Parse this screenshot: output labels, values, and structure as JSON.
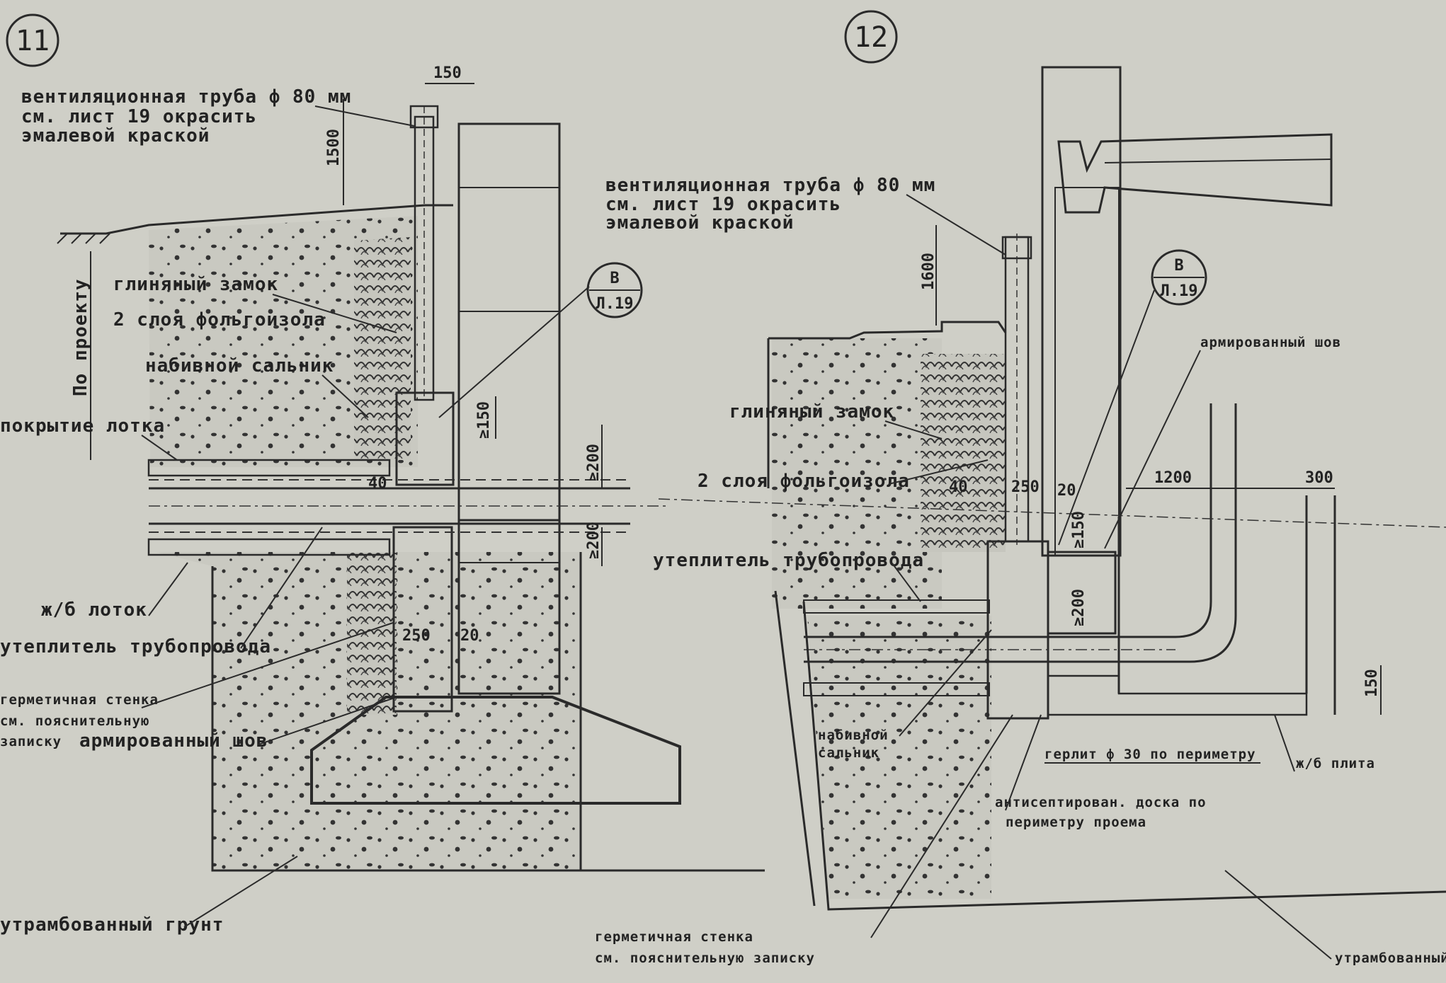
{
  "details": {
    "d11": {
      "number": "11",
      "callout": {
        "top": "В",
        "bottom": "Л.19"
      },
      "vent_pipe": [
        "вентиляционная труба ф 80 мм",
        "см. лист 19 окрасить",
        "эмалевой краской"
      ],
      "labels": {
        "po_proektu": "По проекту",
        "clay_lock": "глиняный замок",
        "foil_layers": "2 слоя фольгоизола",
        "packed_gland": "набивной сальник",
        "tray_cover": "покрытие лотка",
        "rc_tray": "ж/б лоток",
        "pipe_insulation": "утеплитель трубопровода",
        "sealed_wall": [
          "герметичная стенка",
          "см. пояснительную",
          "записку"
        ],
        "reinforced_seam": "армированный шов",
        "compacted_soil": "утрамбованный грунт"
      },
      "dims": {
        "d150": "150",
        "d1500": "1500",
        "d150b": "≥150",
        "d200a": "≥200",
        "d40": "40",
        "d200b": "≥200",
        "d250": "250",
        "d20": "20"
      }
    },
    "d12": {
      "number": "12",
      "callout": {
        "top": "В",
        "bottom": "Л.19"
      },
      "vent_pipe": [
        "вентиляционная труба ф 80 мм",
        "см. лист 19 окрасить",
        "эмалевой краской"
      ],
      "labels": {
        "reinforced_seam": "армированный шов",
        "clay_lock": "глиняный замок",
        "foil_layers": "2 слоя фольгоизола",
        "pipe_insulation": "утеплитель трубопровода",
        "packed_gland": [
          "набивной",
          "сальник"
        ],
        "sealant": "герлит ф 30 по периметру",
        "rc_slab": "ж/б плита",
        "antiseptic_board": [
          "антисептирован. доска по",
          "периметру проема"
        ],
        "sealed_wall": [
          "герметичная стенка",
          "см. пояснительную записку"
        ],
        "compacted_soil": "утрамбованный"
      },
      "dims": {
        "d1600": "1600",
        "d40": "40",
        "d250": "250",
        "d20": "20",
        "d150": "≥150",
        "d200": "≥200",
        "d1200": "1200",
        "d300": "300",
        "d150b": "150"
      }
    }
  }
}
